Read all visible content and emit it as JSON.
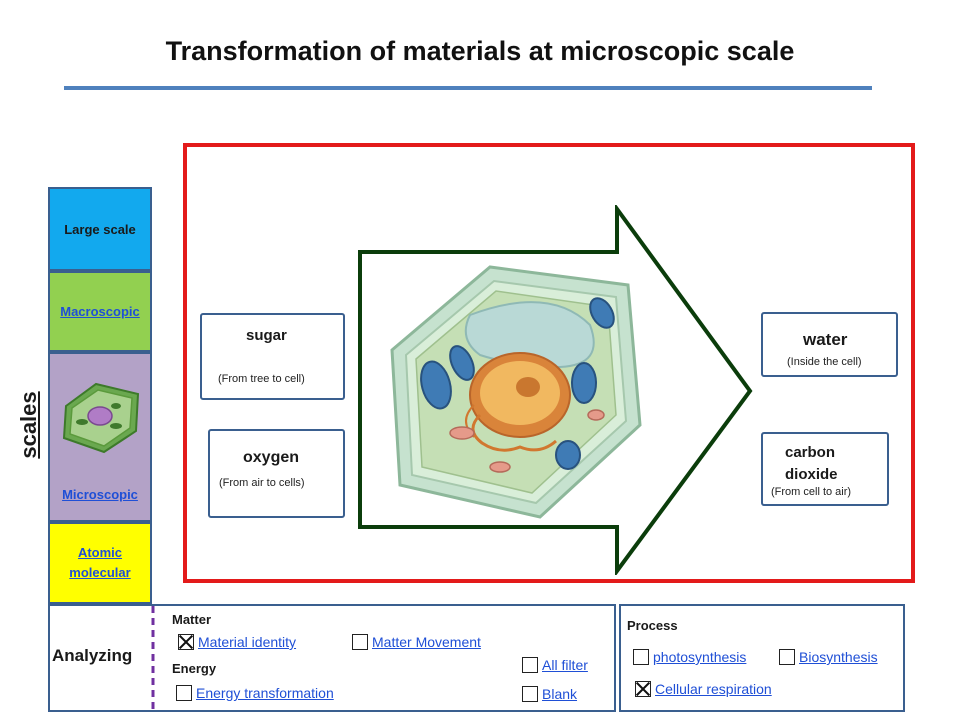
{
  "title": "Transformation of materials at microscopic scale",
  "scales": {
    "axis_label": "scales",
    "levels": [
      {
        "label": "Large scale",
        "color": "#12a9ee",
        "link": false
      },
      {
        "label": "Macroscopic",
        "color": "#92d050",
        "link": true
      },
      {
        "label": "Microscopic",
        "color": "#b3a2c7",
        "link": true
      },
      {
        "label": "Atomic molecular",
        "color": "#ffff00",
        "link": true
      }
    ]
  },
  "inputs": [
    {
      "name": "sugar",
      "note": "(From tree to cell)"
    },
    {
      "name": "oxygen",
      "note": "(From air to cells)"
    }
  ],
  "outputs": [
    {
      "name": "water",
      "note": "(Inside the cell)"
    },
    {
      "name": "carbon dioxide",
      "note": "(From cell to air)"
    }
  ],
  "analyzing": {
    "label": "Analyzing",
    "matter_title": "Matter",
    "energy_title": "Energy",
    "options": {
      "material_identity": {
        "label": "Material identity",
        "checked": true
      },
      "matter_movement": {
        "label": "Matter Movement",
        "checked": false
      },
      "energy_transformation": {
        "label": "Energy transformation",
        "checked": false
      },
      "all_filter": {
        "label": "All filter",
        "checked": false
      },
      "blank": {
        "label": "Blank",
        "checked": false
      }
    }
  },
  "process": {
    "title": "Process",
    "options": {
      "photosynthesis": {
        "label": "photosynthesis",
        "checked": false
      },
      "biosynthesis": {
        "label": "Biosynthesis",
        "checked": false
      },
      "cellular_respiration": {
        "label": "Cellular respiration",
        "checked": true
      }
    }
  },
  "colors": {
    "frame": "#e31a1a",
    "arrow": "#0b3d0b",
    "rule": "#4f81bd",
    "link": "#1f4fd6"
  }
}
